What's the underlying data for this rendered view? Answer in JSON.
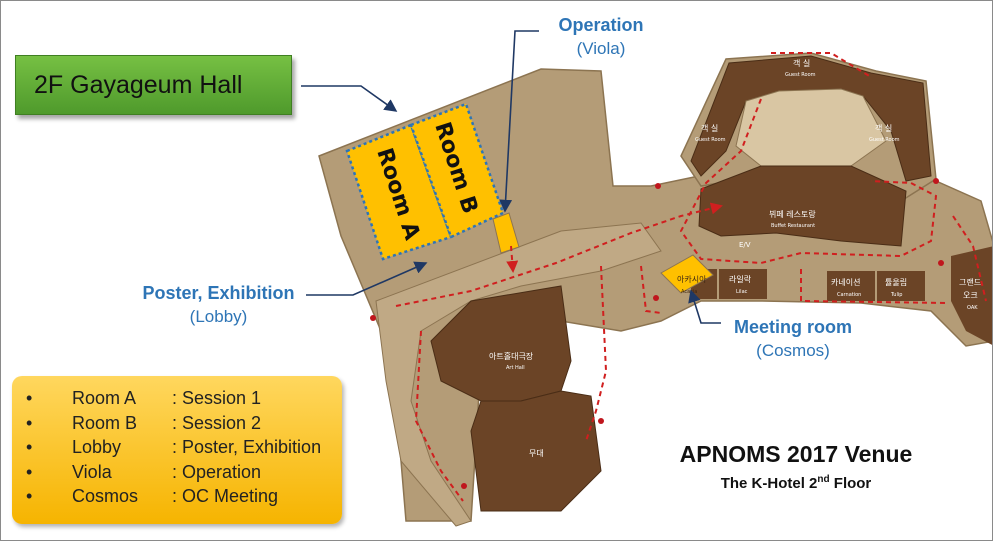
{
  "banner": {
    "title": "2F Gayageum Hall"
  },
  "rooms": {
    "room_a": "Room A",
    "room_b": "Room B"
  },
  "labels": {
    "operation": {
      "title": "Operation",
      "sub": "(Viola)"
    },
    "poster": {
      "title": "Poster, Exhibition",
      "sub": "(Lobby)"
    },
    "meeting": {
      "title": "Meeting room",
      "sub": "(Cosmos)"
    }
  },
  "legend": {
    "items": [
      {
        "bullet": "•",
        "name": "Room A",
        "desc": ": Session 1"
      },
      {
        "bullet": "•",
        "name": "Room B",
        "desc": ": Session 2"
      },
      {
        "bullet": "•",
        "name": "Lobby",
        "desc": ": Poster, Exhibition"
      },
      {
        "bullet": "•",
        "name": "Viola",
        "desc": ": Operation"
      },
      {
        "bullet": "•",
        "name": "Cosmos",
        "desc": ": OC Meeting"
      }
    ]
  },
  "venue": {
    "title": "APNOMS 2017 Venue",
    "sub_prefix": "The K-Hotel 2",
    "sub_sup": "nd",
    "sub_suffix": " Floor"
  },
  "map_labels": {
    "guest_room_kr": "객 실",
    "guest_room_en": "Guest Room",
    "buffet_kr": "뷔페 레스토랑",
    "buffet_en": "Buffet Restaurant",
    "art_hall_kr": "아트홀대극장",
    "art_hall_en": "Art Hall",
    "stage_kr": "무대",
    "acacia_kr": "아카시아",
    "acacia_en": "Acacia",
    "lilac_kr": "라일락",
    "lilac_en": "Lilac",
    "carnation_kr": "카네이션",
    "carnation_en": "Carnation",
    "tulip_kr": "튤울립",
    "tulip_en": "Tulip",
    "grand_kr": "그랜드",
    "grand_kr2": "오크",
    "grand_en": "OAK",
    "ev": "E/V"
  },
  "colors": {
    "floor": "#b49c77",
    "wall_dark": "#6b4426",
    "highlight": "#ffc000",
    "route": "#d01f1f",
    "label_blue": "#2e75b6",
    "banner_green": "#5aa832",
    "legend_gold": "#f9c21a"
  }
}
